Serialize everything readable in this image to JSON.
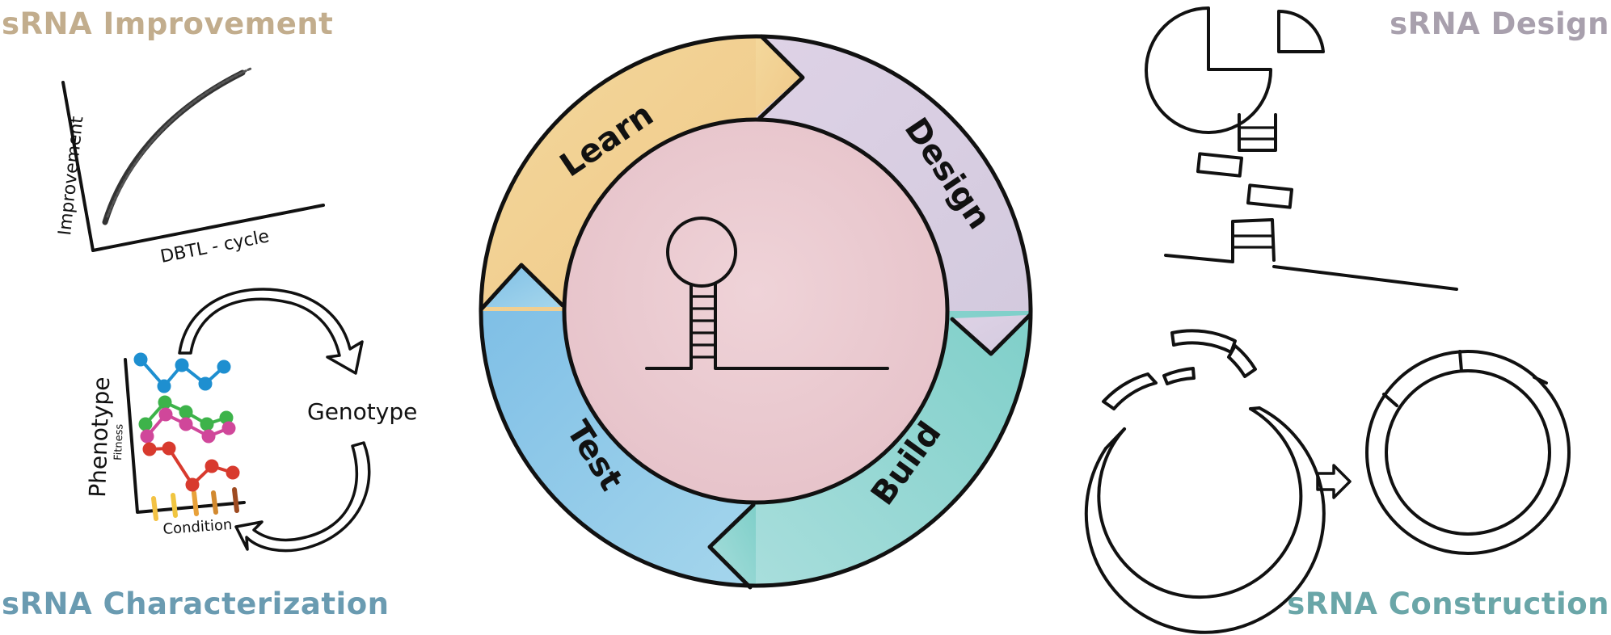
{
  "titles": {
    "improvement": "sRNA Improvement",
    "design": "sRNA Design",
    "characterization": "sRNA Characterization",
    "construction": "sRNA Construction"
  },
  "cycle": {
    "learn": "Learn",
    "design": "Design",
    "build": "Build",
    "test": "Test"
  },
  "improvement_plot": {
    "ylabel": "Improvement",
    "xlabel": "DBTL - cycle"
  },
  "characterization_plot": {
    "ylabel": "Phenotype",
    "ylabel_sub": "Fitness",
    "xlabel": "Condition",
    "genotype": "Genotype"
  },
  "colors": {
    "improvement": "#c2ad8d",
    "design": "#a8a0ad",
    "characterization": "#6a9bb1",
    "construction": "#6aa6a8",
    "learn": "#f2cf8c",
    "design_segment": "#d9cfe2",
    "build": "#8fd3cb",
    "test": "#8fcbe6",
    "center": "#ebc8cf",
    "series_blue": "#1e8fd0",
    "series_green": "#3db34a",
    "series_pink": "#d0479a",
    "series_red": "#d83a2e"
  }
}
